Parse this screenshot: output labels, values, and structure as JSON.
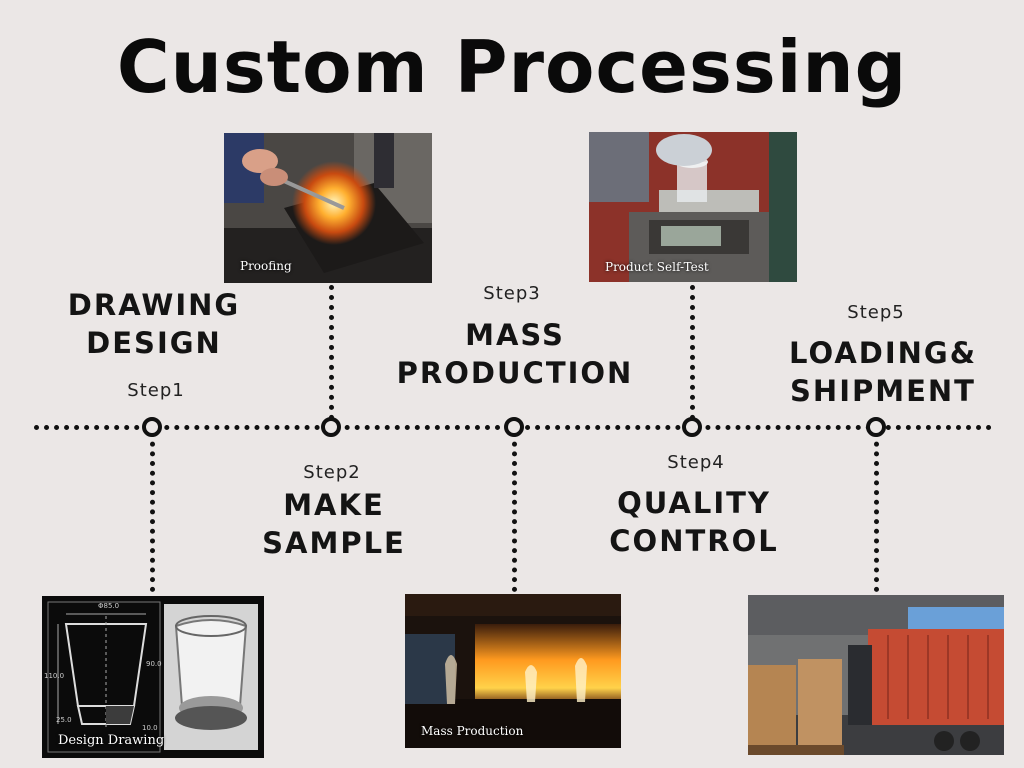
{
  "title": "Custom Processing",
  "steps": [
    {
      "num": "Step1",
      "title_line1": "DRAWING",
      "title_line2": "DESIGN",
      "photo_caption": "Design Drawing",
      "drawing_dims": [
        "Φ85.0",
        "110.0",
        "90.0",
        "25.0",
        "10.0"
      ]
    },
    {
      "num": "Step2",
      "title_line1": "MAKE",
      "title_line2": "SAMPLE",
      "photo_caption": "Proofing"
    },
    {
      "num": "Step3",
      "title_line1": "MASS",
      "title_line2": "PRODUCTION",
      "photo_caption": "Mass Production"
    },
    {
      "num": "Step4",
      "title_line1": "QUALITY",
      "title_line2": "CONTROL",
      "photo_caption": "Product Self-Test"
    },
    {
      "num": "Step5",
      "title_line1": "LOADING&",
      "title_line2": "SHIPMENT",
      "photo_caption": ""
    }
  ],
  "colors": {
    "background": "#ebe7e6",
    "line": "#111111",
    "text": "#111111"
  }
}
